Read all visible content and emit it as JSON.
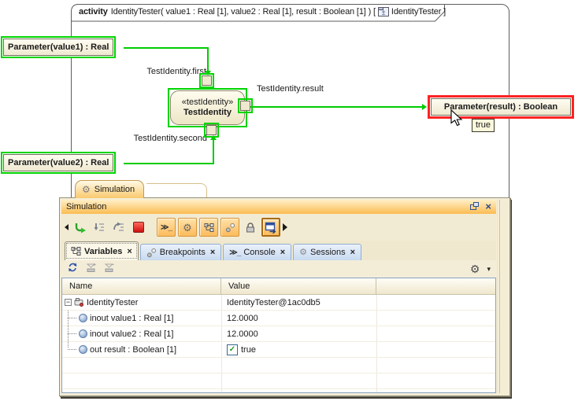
{
  "diagram": {
    "header": {
      "keyword": "activity",
      "signature": "IdentityTester( value1 : Real [1], value2 : Real [1], result : Boolean [1] ) [",
      "frame_name": "IdentityTester ]"
    },
    "param_value1": "Parameter(value1) : Real",
    "param_value2": "Parameter(value2) : Real",
    "param_result": "Parameter(result) : Boolean",
    "node": {
      "stereotype": "«testIdentity»",
      "name": "TestIdentity"
    },
    "edge_labels": {
      "first": "TestIdentity.first",
      "result": "TestIdentity.result",
      "second": "TestIdentity.second"
    },
    "tooltip": "true"
  },
  "panel": {
    "tab_label": "Simulation",
    "title": "Simulation",
    "tabs": [
      {
        "label": "Variables"
      },
      {
        "label": "Breakpoints"
      },
      {
        "label": "Console"
      },
      {
        "label": "Sessions"
      }
    ],
    "table": {
      "columns": [
        "Name",
        "Value"
      ],
      "rows": [
        {
          "name": "IdentityTester",
          "value": "IdentityTester@1ac0db5"
        },
        {
          "name": "inout value1 : Real [1]",
          "value": "12.0000"
        },
        {
          "name": "inout value2 : Real [1]",
          "value": "12.0000"
        },
        {
          "name": "out result : Boolean [1]",
          "value": "true",
          "checked": true
        }
      ]
    }
  },
  "icons": {
    "gear": "⚙",
    "close": "×",
    "check": "✓",
    "console_glyph": "≫_",
    "dropdown": "▾",
    "minus": "−"
  },
  "colors": {
    "selection_green": "#00CC00",
    "selection_red": "#FF2222",
    "flow_green": "#00CC00",
    "panel_orange": "#FBBC52",
    "inactive_tab_blue": "#D7E4F4"
  }
}
